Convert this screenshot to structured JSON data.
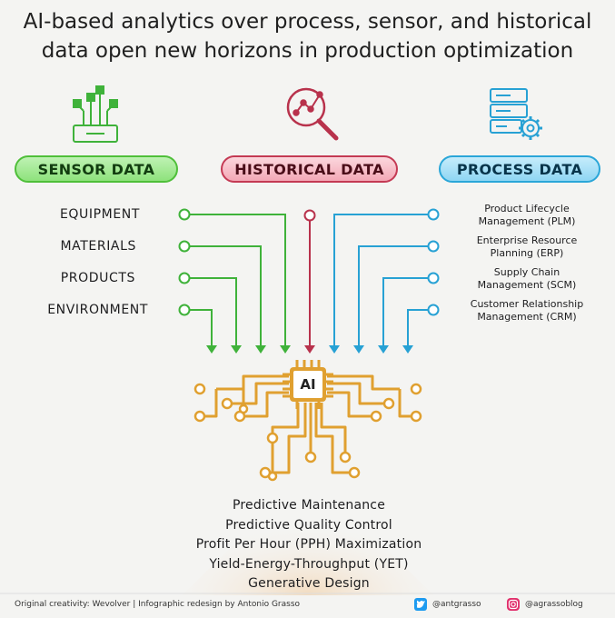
{
  "title_line1": "AI-based analytics over process, sensor, and historical",
  "title_line2": "data open new horizons in production optimization",
  "categories": {
    "sensor": "SENSOR DATA",
    "historical": "HISTORICAL DATA",
    "process": "PROCESS DATA"
  },
  "sensor_items": [
    "EQUIPMENT",
    "MATERIALS",
    "PRODUCTS",
    "ENVIRONMENT"
  ],
  "process_items": [
    [
      "Product Lifecycle",
      "Management (PLM)"
    ],
    [
      "Enterprise Resource",
      "Planning (ERP)"
    ],
    [
      "Supply Chain",
      "Management (SCM)"
    ],
    [
      "Customer Relationship",
      "Management (CRM)"
    ]
  ],
  "ai_label": "AI",
  "outcomes": [
    "Predictive Maintenance",
    "Predictive Quality Control",
    "Profit Per Hour (PPH) Maximization",
    "Yield-Energy-Throughput (YET)",
    "Generative Design"
  ],
  "footer": {
    "credit": "Original creativity: Wevolver",
    "separator": "|",
    "redesign": "Infographic redesign by Antonio Grasso",
    "twitter": "@antgrasso",
    "instagram": "@agrassoblog"
  },
  "colors": {
    "sensor": "#3fb23a",
    "historical": "#b8324c",
    "process": "#27a1d4",
    "ai": "#e0a030"
  },
  "icons": [
    "circuit-board-icon",
    "magnifier-chart-icon",
    "server-gear-icon",
    "twitter-icon",
    "instagram-icon"
  ]
}
